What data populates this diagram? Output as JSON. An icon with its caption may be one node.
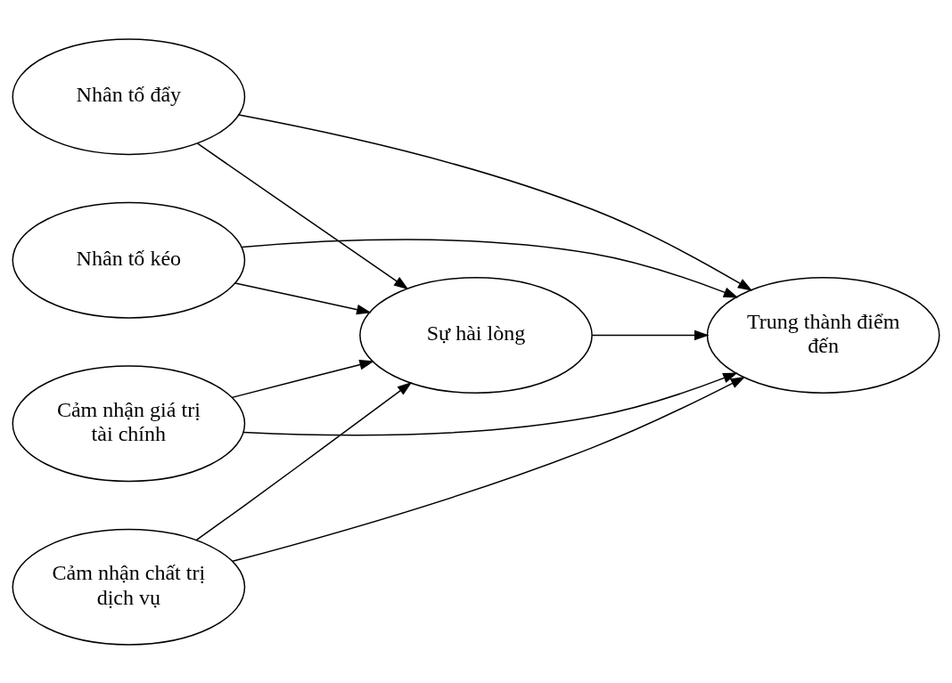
{
  "diagram": {
    "nodes": [
      {
        "text": [
          "Nhân tố đẩy"
        ]
      },
      {
        "text": [
          "Nhân tố kéo"
        ]
      },
      {
        "text": [
          "Cảm nhận giá trị tài chính"
        ]
      },
      {
        "text": [
          "Cảm nhận chất trị dịch vụ"
        ]
      },
      {
        "text": [
          "Sự hài lòng"
        ]
      },
      {
        "text": [
          "Trung thành điểm đến"
        ]
      }
    ],
    "edges": [
      {
        "from": 0,
        "to": 4,
        "arrow": "to"
      },
      {
        "from": 1,
        "to": 4,
        "arrow": "to"
      },
      {
        "from": 2,
        "to": 4,
        "arrow": "to"
      },
      {
        "from": 3,
        "to": 4,
        "arrow": "to"
      },
      {
        "from": 0,
        "to": 5,
        "arrow": "to"
      },
      {
        "from": 1,
        "to": 5,
        "arrow": "to"
      },
      {
        "from": 4,
        "to": 5,
        "arrow": "to"
      },
      {
        "from": 2,
        "to": 5,
        "arrow": "to"
      },
      {
        "from": 3,
        "to": 5,
        "arrow": "to"
      }
    ]
  }
}
